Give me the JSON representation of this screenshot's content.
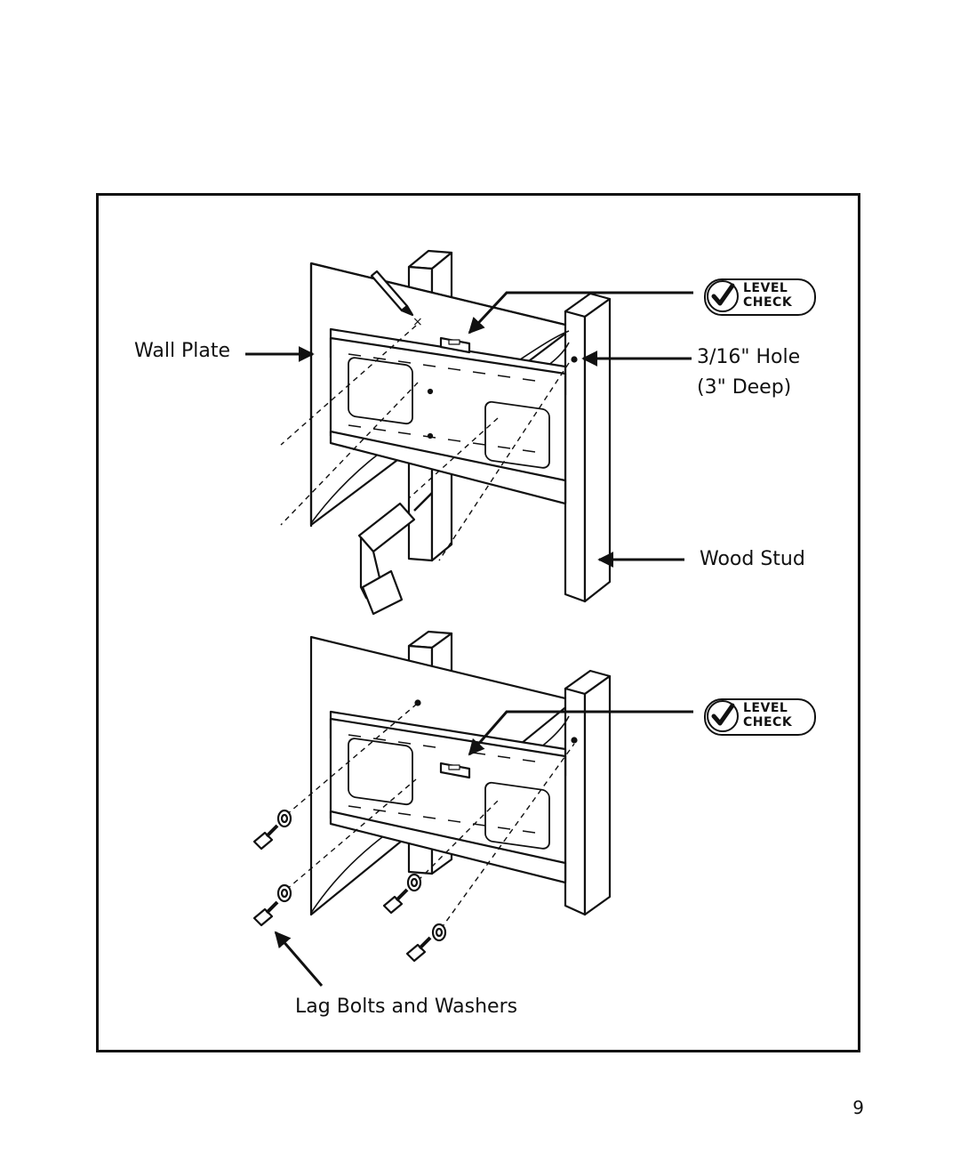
{
  "labels": {
    "wall_plate": "Wall Plate",
    "hole_size": "3/16\" Hole",
    "hole_depth": "(3\" Deep)",
    "wood_stud": "Wood Stud",
    "lag_bolts": "Lag Bolts and Washers"
  },
  "badges": {
    "level_check_line1": "LEVEL",
    "level_check_line2": "CHECK"
  },
  "page_number": "9",
  "icons": [
    "pencil-icon",
    "drill-icon",
    "level-icon",
    "checkmark-icon",
    "lag-bolt-icon",
    "washer-icon",
    "arrow-icon"
  ]
}
